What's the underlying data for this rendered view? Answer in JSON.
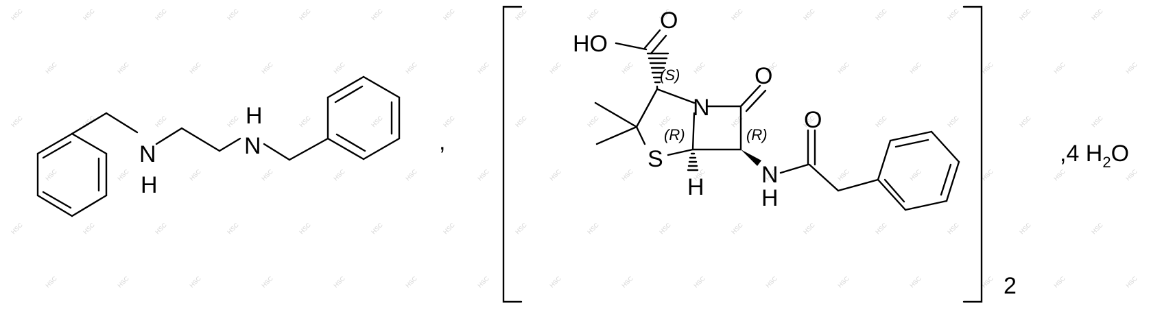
{
  "colors": {
    "ink": "#000000",
    "watermark": "#d6d6d6",
    "background": "#ffffff"
  },
  "left_molecule": {
    "nh_1": {
      "n": "N",
      "h": "H"
    },
    "nh_2": {
      "n": "N",
      "h": "H"
    }
  },
  "separator_comma": ",",
  "right_molecule": {
    "hydroxyl": "HO",
    "acid_oxygen": "O",
    "lactam_oxygen": "O",
    "ring_nitrogen": "N",
    "sulfur": "S",
    "bridge_hydrogen": "H",
    "amide_oxygen": "O",
    "amide_n": "N",
    "amide_h": "H",
    "stereo_s": "(S)",
    "stereo_r1": "(R)",
    "stereo_r2": "(R)"
  },
  "multiplier": "2",
  "hydrate": {
    "prefix": ",4 H",
    "subscript": "2",
    "suffix": "O"
  },
  "watermark_text": "HSC"
}
